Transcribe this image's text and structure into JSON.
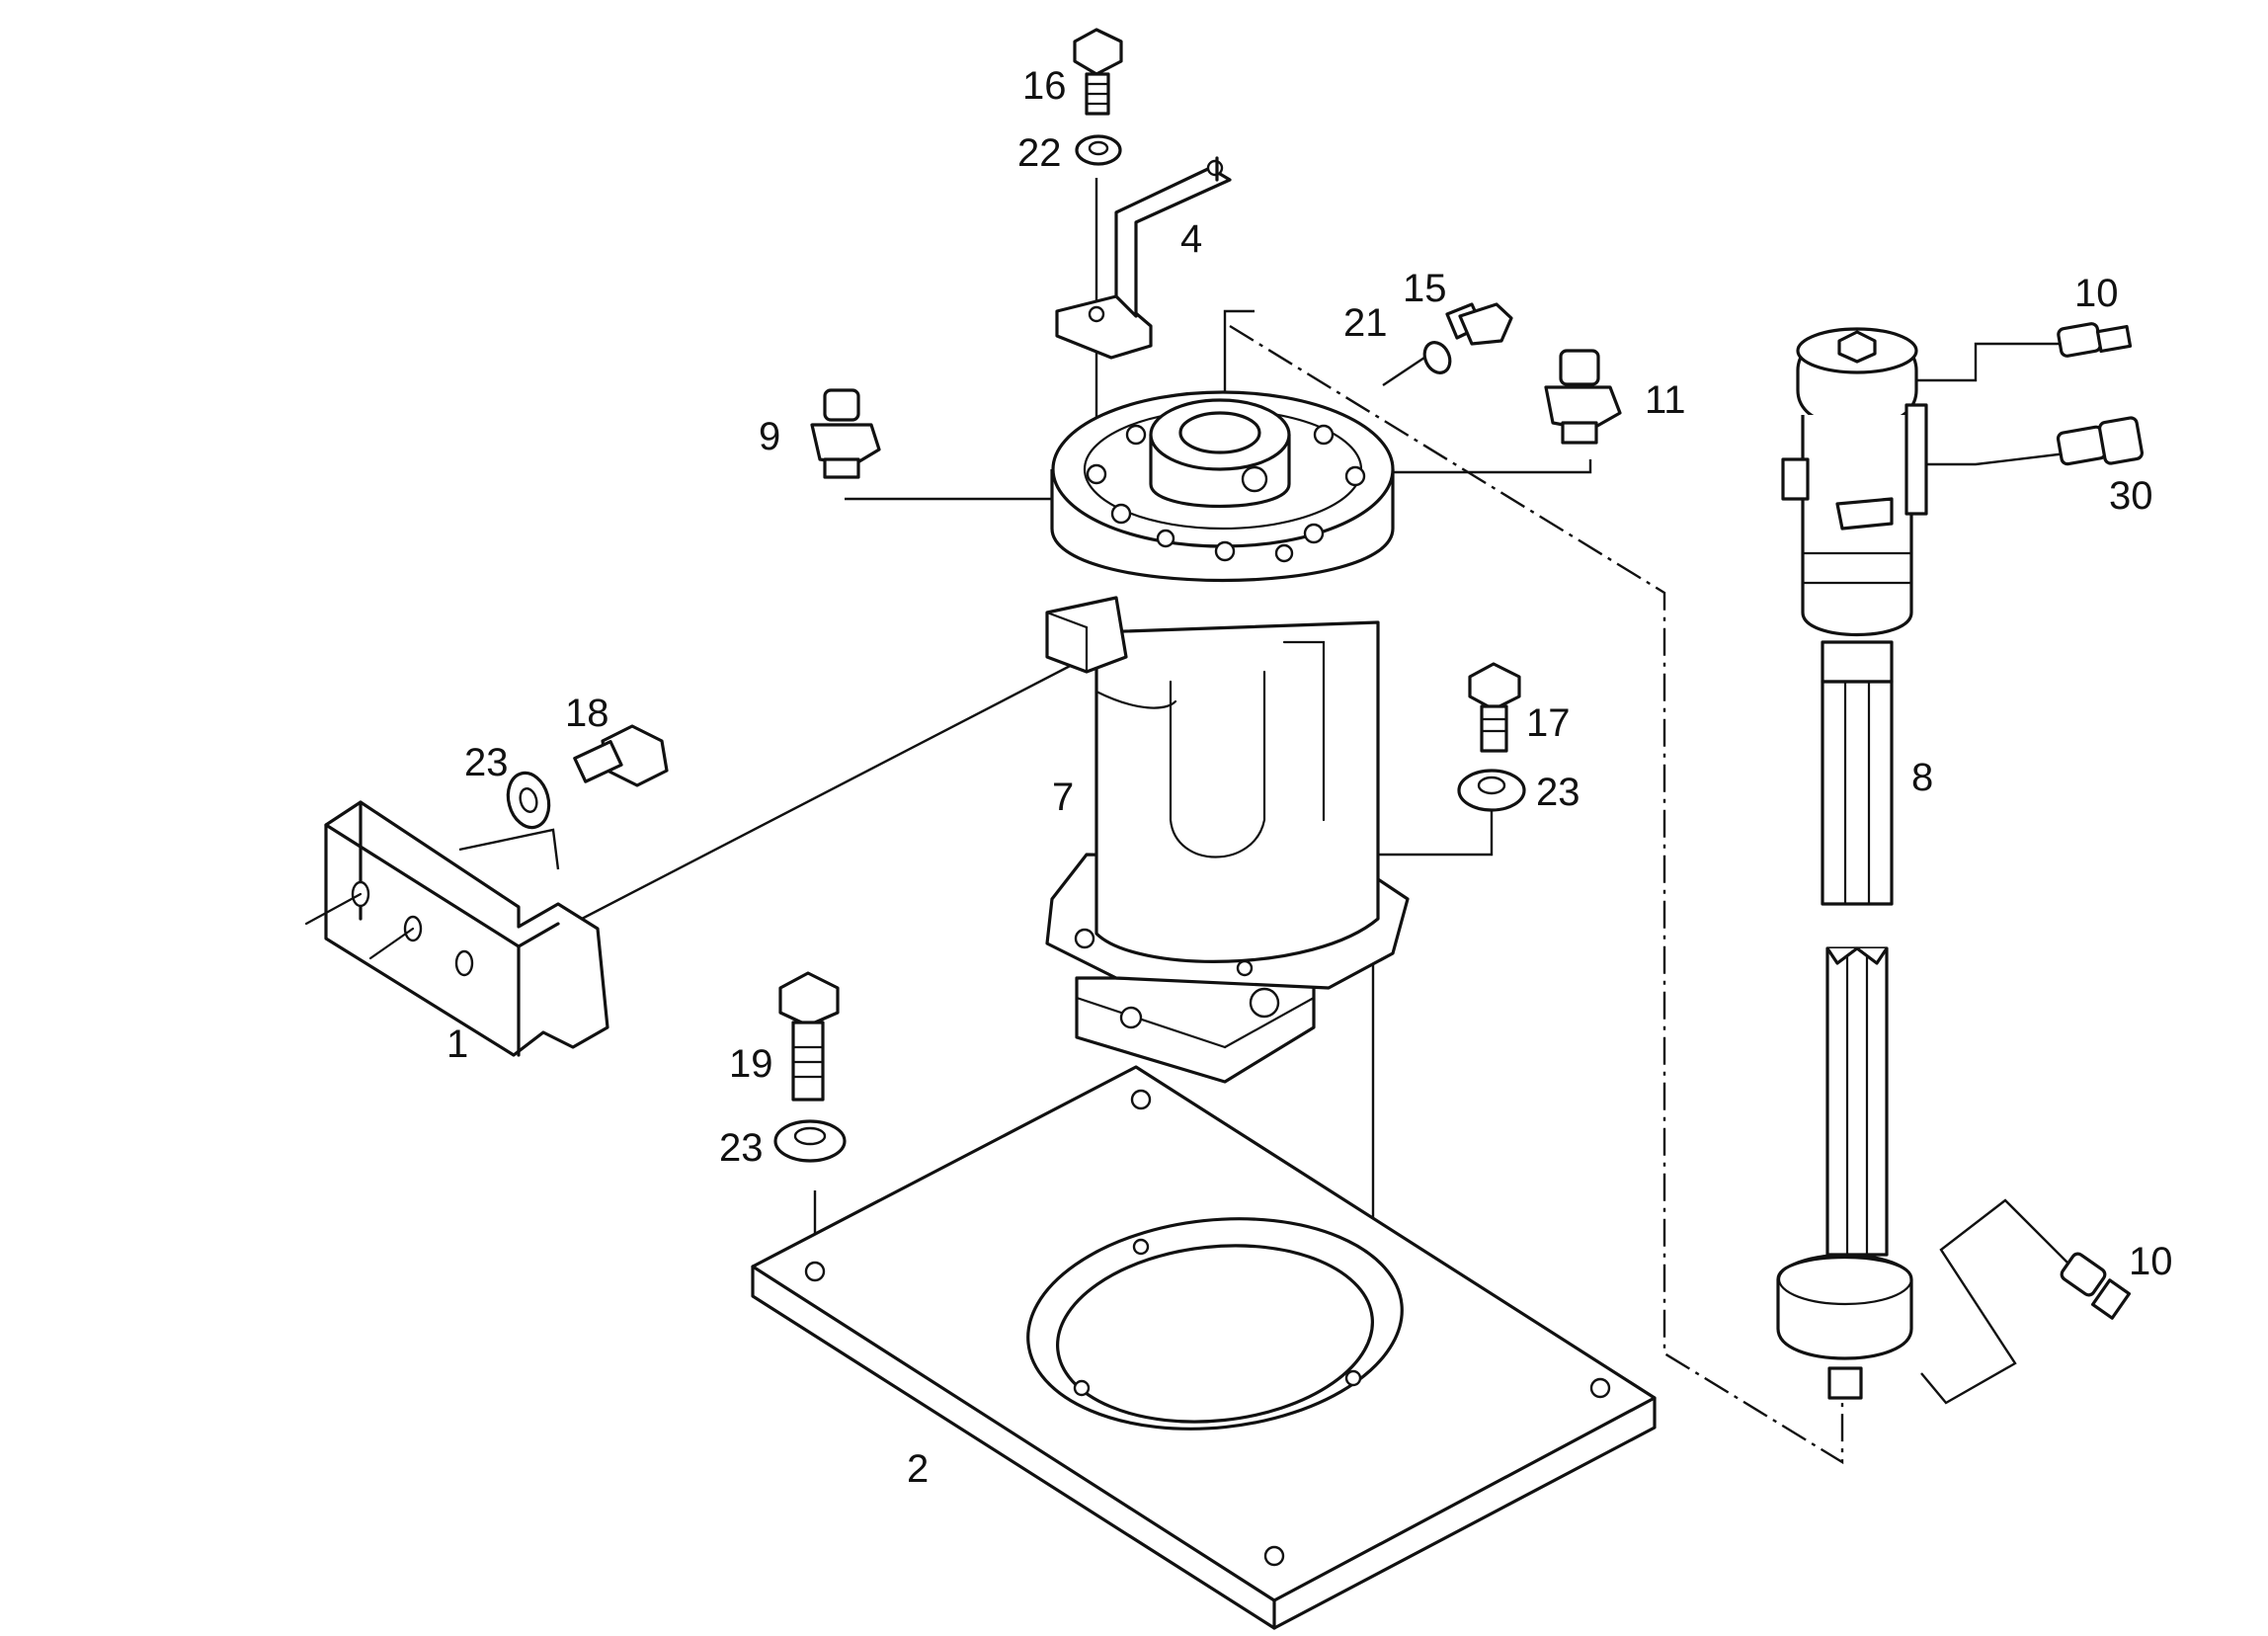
{
  "diagram": {
    "type": "exploded-parts-view",
    "callouts": [
      {
        "id": "c1",
        "label": "1"
      },
      {
        "id": "c2",
        "label": "2"
      },
      {
        "id": "c4",
        "label": "4"
      },
      {
        "id": "c7",
        "label": "7"
      },
      {
        "id": "c8",
        "label": "8"
      },
      {
        "id": "c9",
        "label": "9"
      },
      {
        "id": "c10a",
        "label": "10"
      },
      {
        "id": "c10b",
        "label": "10"
      },
      {
        "id": "c11",
        "label": "11"
      },
      {
        "id": "c15",
        "label": "15"
      },
      {
        "id": "c16",
        "label": "16"
      },
      {
        "id": "c17",
        "label": "17"
      },
      {
        "id": "c18",
        "label": "18"
      },
      {
        "id": "c19",
        "label": "19"
      },
      {
        "id": "c21",
        "label": "21"
      },
      {
        "id": "c22",
        "label": "22"
      },
      {
        "id": "c23a",
        "label": "23"
      },
      {
        "id": "c23b",
        "label": "23"
      },
      {
        "id": "c23c",
        "label": "23"
      },
      {
        "id": "c30",
        "label": "30"
      }
    ]
  }
}
